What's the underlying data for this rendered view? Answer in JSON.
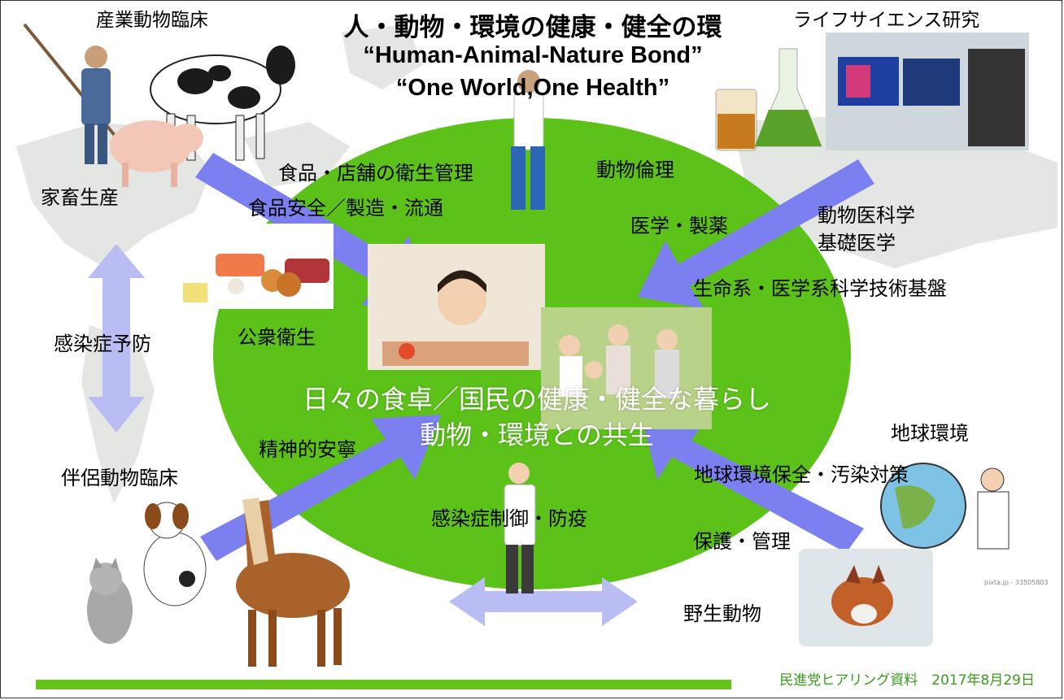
{
  "title": {
    "line1": "人・動物・環境の健康・健全の環",
    "line2": "“Human-Animal-Nature Bond”",
    "line3": "“One World,One Health”"
  },
  "labels": {
    "industrial_animal_clinic": "産業動物臨床",
    "life_science_research": "ライフサイエンス研究",
    "livestock_production": "家畜生産",
    "food_hygiene": "食品・店舗の衛生管理",
    "food_safety": "食品安全／製造・流通",
    "animal_ethics": "動物倫理",
    "medicine_pharma": "医学・製薬",
    "animal_medical_science": "動物医科学",
    "basic_medicine": "基礎医学",
    "life_medical_science_base": "生命系・医学系科学技術基盤",
    "public_health": "公衆衛生",
    "infection_prevention": "感染症予防",
    "mental_peace": "精神的安寧",
    "companion_animal_clinic": "伴侶動物臨床",
    "global_environment": "地球環境",
    "environment_conservation": "地球環境保全・汚染対策",
    "infection_control": "感染症制御・防疫",
    "protection_management": "保護・管理",
    "wildlife": "野生動物"
  },
  "center": {
    "line1": "日々の食卓／国民の健康・健全な暮らし",
    "line2": "動物・環境との共生"
  },
  "footer": {
    "text": "民進党ヒアリング資料　2017年8月29日"
  },
  "watermark": "pixta.jp - 33505803",
  "colors": {
    "ellipse_green": "#5cc21a",
    "arrow_blue": "#7b7ff0",
    "arrow_light": "#b9bdf4",
    "map_gray": "#e3e6e3",
    "footer_green": "#66c21b"
  }
}
